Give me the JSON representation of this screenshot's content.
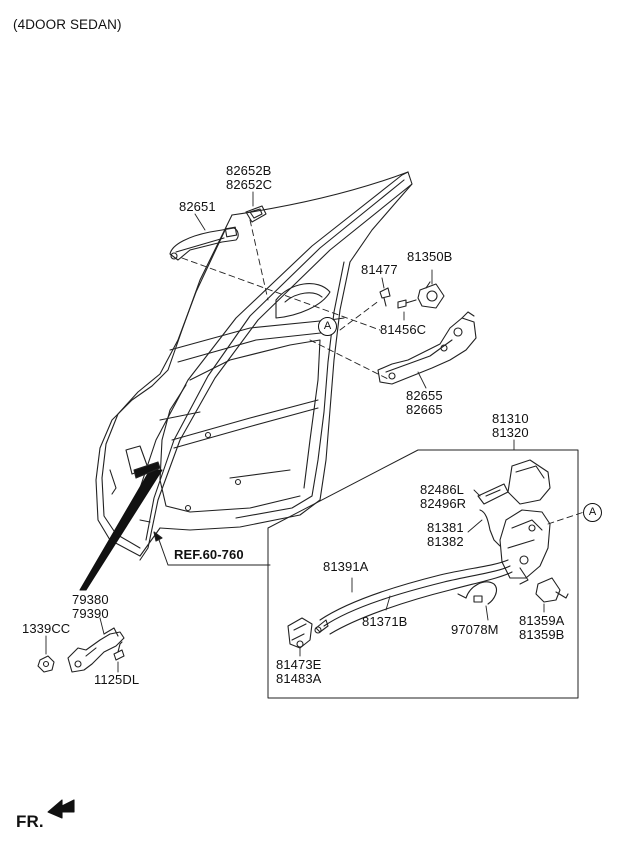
{
  "title": "(4DOOR SEDAN)",
  "ref_label": "REF.60-760",
  "circle_marker": "A",
  "front_label": "FR.",
  "parts": {
    "p82652": [
      "82652B",
      "82652C"
    ],
    "p82651": "82651",
    "p81477": "81477",
    "p81350B": "81350B",
    "p81456C": "81456C",
    "p82655": [
      "82655",
      "82665"
    ],
    "p81310": [
      "81310",
      "81320"
    ],
    "p82486": [
      "82486L",
      "82496R"
    ],
    "p81381": [
      "81381",
      "81382"
    ],
    "p81391A": "81391A",
    "p81371B": "81371B",
    "p97078M": "97078M",
    "p81359": [
      "81359A",
      "81359B"
    ],
    "p81473": [
      "81473E",
      "81483A"
    ],
    "p79380": [
      "79380",
      "79390"
    ],
    "p1339CC": "1339CC",
    "p1125DL": "1125DL"
  }
}
